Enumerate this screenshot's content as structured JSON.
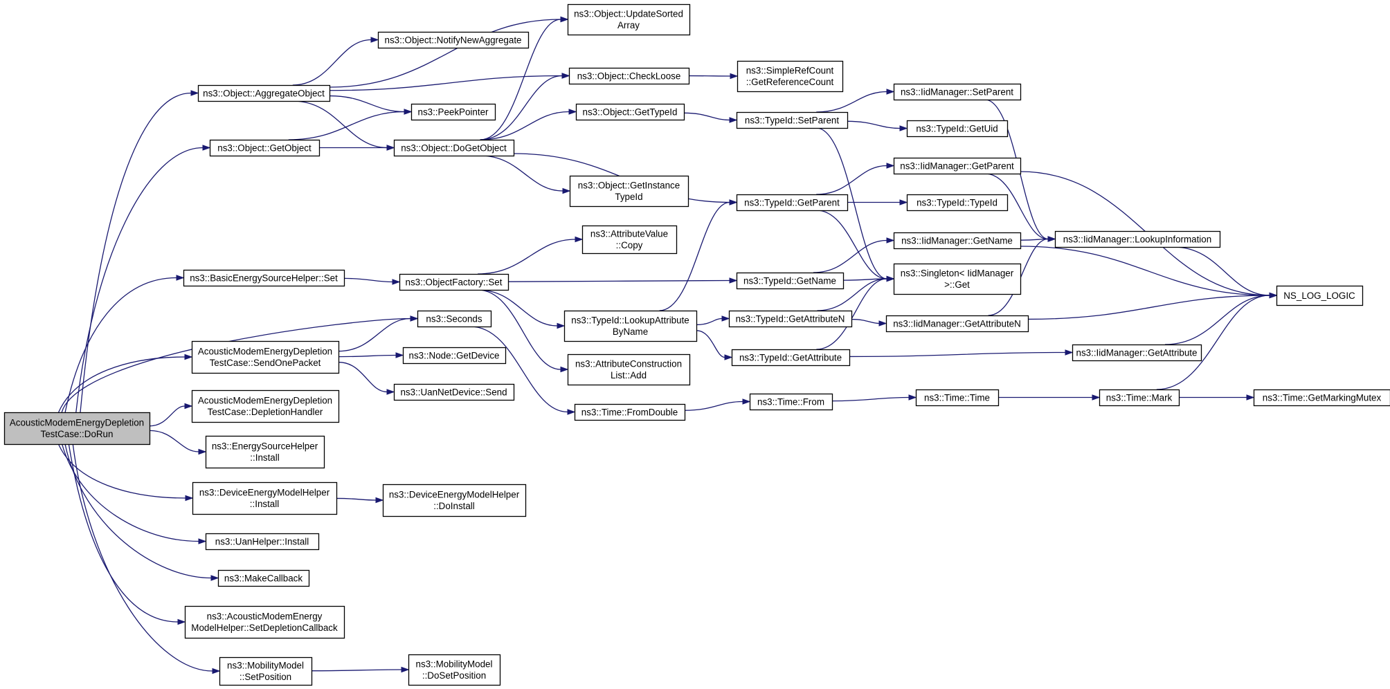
{
  "nodes": [
    {
      "id": "dorun",
      "lines": [
        "AcousticModemEnergyDepletion",
        "TestCase::DoRun"
      ],
      "root": true
    },
    {
      "id": "aggregate",
      "lines": [
        "ns3::Object::AggregateObject"
      ]
    },
    {
      "id": "getobject",
      "lines": [
        "ns3::Object::GetObject"
      ]
    },
    {
      "id": "besh_set",
      "lines": [
        "ns3::BasicEnergySourceHelper::Set"
      ]
    },
    {
      "id": "sendone",
      "lines": [
        "AcousticModemEnergyDepletion",
        "TestCase::SendOnePacket"
      ]
    },
    {
      "id": "depletion",
      "lines": [
        "AcousticModemEnergyDepletion",
        "TestCase::DepletionHandler"
      ]
    },
    {
      "id": "esh_install",
      "lines": [
        "ns3::EnergySourceHelper",
        "::Install"
      ]
    },
    {
      "id": "demh_install",
      "lines": [
        "ns3::DeviceEnergyModelHelper",
        "::Install"
      ]
    },
    {
      "id": "uanhelper",
      "lines": [
        "ns3::UanHelper::Install"
      ]
    },
    {
      "id": "makecb",
      "lines": [
        "ns3::MakeCallback"
      ]
    },
    {
      "id": "amemh",
      "lines": [
        "ns3::AcousticModemEnergy",
        "ModelHelper::SetDepletionCallback"
      ]
    },
    {
      "id": "mm_setpos",
      "lines": [
        "ns3::MobilityModel",
        "::SetPosition"
      ]
    },
    {
      "id": "notify",
      "lines": [
        "ns3::Object::NotifyNewAggregate"
      ]
    },
    {
      "id": "peek",
      "lines": [
        "ns3::PeekPointer"
      ]
    },
    {
      "id": "dogetobject",
      "lines": [
        "ns3::Object::DoGetObject"
      ]
    },
    {
      "id": "of_set",
      "lines": [
        "ns3::ObjectFactory::Set"
      ]
    },
    {
      "id": "seconds",
      "lines": [
        "ns3::Seconds"
      ]
    },
    {
      "id": "getdevice",
      "lines": [
        "ns3::Node::GetDevice"
      ]
    },
    {
      "id": "uansend",
      "lines": [
        "ns3::UanNetDevice::Send"
      ]
    },
    {
      "id": "demh_doinstall",
      "lines": [
        "ns3::DeviceEnergyModelHelper",
        "::DoInstall"
      ]
    },
    {
      "id": "mm_dosetpos",
      "lines": [
        "ns3::MobilityModel",
        "::DoSetPosition"
      ]
    },
    {
      "id": "updatesorted",
      "lines": [
        "ns3::Object::UpdateSorted",
        "Array"
      ]
    },
    {
      "id": "checkloose",
      "lines": [
        "ns3::Object::CheckLoose"
      ]
    },
    {
      "id": "gettypeid",
      "lines": [
        "ns3::Object::GetTypeId"
      ]
    },
    {
      "id": "getinstance",
      "lines": [
        "ns3::Object::GetInstance",
        "TypeId"
      ]
    },
    {
      "id": "av_copy",
      "lines": [
        "ns3::AttributeValue",
        "::Copy"
      ]
    },
    {
      "id": "lookupattr",
      "lines": [
        "ns3::TypeId::LookupAttribute",
        "ByName"
      ]
    },
    {
      "id": "acl_add",
      "lines": [
        "ns3::AttributeConstruction",
        "List::Add"
      ]
    },
    {
      "id": "fromdouble",
      "lines": [
        "ns3::Time::FromDouble"
      ]
    },
    {
      "id": "getrefcount",
      "lines": [
        "ns3::SimpleRefCount",
        "::GetReferenceCount"
      ]
    },
    {
      "id": "tid_setparent",
      "lines": [
        "ns3::TypeId::SetParent"
      ]
    },
    {
      "id": "tid_getparent",
      "lines": [
        "ns3::TypeId::GetParent"
      ]
    },
    {
      "id": "tid_getname",
      "lines": [
        "ns3::TypeId::GetName"
      ]
    },
    {
      "id": "tid_getattrn",
      "lines": [
        "ns3::TypeId::GetAttributeN"
      ]
    },
    {
      "id": "tid_getattr",
      "lines": [
        "ns3::TypeId::GetAttribute"
      ]
    },
    {
      "id": "time_from",
      "lines": [
        "ns3::Time::From"
      ]
    },
    {
      "id": "iid_setparent",
      "lines": [
        "ns3::IidManager::SetParent"
      ]
    },
    {
      "id": "tid_getuid",
      "lines": [
        "ns3::TypeId::GetUid"
      ]
    },
    {
      "id": "iid_getparent",
      "lines": [
        "ns3::IidManager::GetParent"
      ]
    },
    {
      "id": "tid_typeid",
      "lines": [
        "ns3::TypeId::TypeId"
      ]
    },
    {
      "id": "iid_getname",
      "lines": [
        "ns3::IidManager::GetName"
      ]
    },
    {
      "id": "singleton",
      "lines": [
        "ns3::Singleton< IidManager",
        ">::Get"
      ]
    },
    {
      "id": "iid_getattrn",
      "lines": [
        "ns3::IidManager::GetAttributeN"
      ]
    },
    {
      "id": "time_time",
      "lines": [
        "ns3::Time::Time"
      ]
    },
    {
      "id": "iid_lookupinfo",
      "lines": [
        "ns3::IidManager::LookupInformation"
      ]
    },
    {
      "id": "iid_getattr",
      "lines": [
        "ns3::IidManager::GetAttribute"
      ]
    },
    {
      "id": "time_mark",
      "lines": [
        "ns3::Time::Mark"
      ]
    },
    {
      "id": "nslog",
      "lines": [
        "NS_LOG_LOGIC"
      ]
    },
    {
      "id": "getmarking",
      "lines": [
        "ns3::Time::GetMarkingMutex"
      ]
    }
  ],
  "edges": [
    [
      "dorun",
      "aggregate"
    ],
    [
      "dorun",
      "getobject"
    ],
    [
      "dorun",
      "besh_set"
    ],
    [
      "dorun",
      "seconds"
    ],
    [
      "dorun",
      "sendone"
    ],
    [
      "dorun",
      "depletion"
    ],
    [
      "dorun",
      "esh_install"
    ],
    [
      "dorun",
      "demh_install"
    ],
    [
      "dorun",
      "uanhelper"
    ],
    [
      "dorun",
      "makecb"
    ],
    [
      "dorun",
      "amemh"
    ],
    [
      "dorun",
      "mm_setpos"
    ],
    [
      "aggregate",
      "updatesorted"
    ],
    [
      "aggregate",
      "notify"
    ],
    [
      "aggregate",
      "checkloose"
    ],
    [
      "aggregate",
      "peek"
    ],
    [
      "aggregate",
      "dogetobject"
    ],
    [
      "getobject",
      "peek"
    ],
    [
      "getobject",
      "dogetobject"
    ],
    [
      "dogetobject",
      "updatesorted"
    ],
    [
      "dogetobject",
      "checkloose"
    ],
    [
      "dogetobject",
      "gettypeid"
    ],
    [
      "dogetobject",
      "getinstance"
    ],
    [
      "dogetobject",
      "tid_getparent"
    ],
    [
      "besh_set",
      "of_set"
    ],
    [
      "of_set",
      "av_copy"
    ],
    [
      "of_set",
      "tid_getname"
    ],
    [
      "of_set",
      "lookupattr"
    ],
    [
      "of_set",
      "acl_add"
    ],
    [
      "sendone",
      "seconds"
    ],
    [
      "sendone",
      "getdevice"
    ],
    [
      "sendone",
      "uansend"
    ],
    [
      "seconds",
      "fromdouble"
    ],
    [
      "demh_install",
      "demh_doinstall"
    ],
    [
      "mm_setpos",
      "mm_dosetpos"
    ],
    [
      "checkloose",
      "getrefcount"
    ],
    [
      "gettypeid",
      "tid_setparent"
    ],
    [
      "lookupattr",
      "tid_getparent"
    ],
    [
      "lookupattr",
      "tid_getattrn"
    ],
    [
      "lookupattr",
      "tid_getattr"
    ],
    [
      "fromdouble",
      "time_from"
    ],
    [
      "tid_setparent",
      "iid_setparent"
    ],
    [
      "tid_setparent",
      "tid_getuid"
    ],
    [
      "tid_setparent",
      "singleton"
    ],
    [
      "tid_getparent",
      "iid_getparent"
    ],
    [
      "tid_getparent",
      "tid_typeid"
    ],
    [
      "tid_getparent",
      "singleton"
    ],
    [
      "tid_getname",
      "iid_getname"
    ],
    [
      "tid_getname",
      "singleton"
    ],
    [
      "tid_getattrn",
      "singleton"
    ],
    [
      "tid_getattrn",
      "iid_getattrn"
    ],
    [
      "tid_getattr",
      "singleton"
    ],
    [
      "tid_getattr",
      "iid_getattr"
    ],
    [
      "time_from",
      "time_time"
    ],
    [
      "iid_setparent",
      "iid_lookupinfo"
    ],
    [
      "iid_getparent",
      "iid_lookupinfo"
    ],
    [
      "iid_getparent",
      "nslog"
    ],
    [
      "iid_getname",
      "iid_lookupinfo"
    ],
    [
      "iid_getname",
      "nslog"
    ],
    [
      "iid_getattrn",
      "iid_lookupinfo"
    ],
    [
      "iid_getattrn",
      "nslog"
    ],
    [
      "iid_getattr",
      "nslog"
    ],
    [
      "iid_lookupinfo",
      "nslog"
    ],
    [
      "time_time",
      "time_mark"
    ],
    [
      "time_mark",
      "nslog"
    ],
    [
      "time_mark",
      "getmarking"
    ]
  ]
}
